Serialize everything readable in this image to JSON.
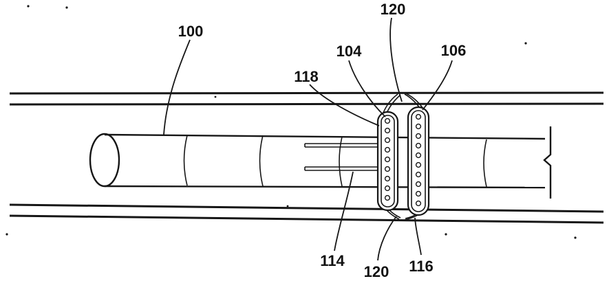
{
  "diagram": {
    "background": "#ffffff",
    "ink_color": "#161616",
    "labels": {
      "ref_100": "100",
      "ref_104": "104",
      "ref_106": "106",
      "ref_114": "114",
      "ref_116": "116",
      "ref_118": "118",
      "ref_120_top": "120",
      "ref_120_bottom": "120"
    }
  }
}
